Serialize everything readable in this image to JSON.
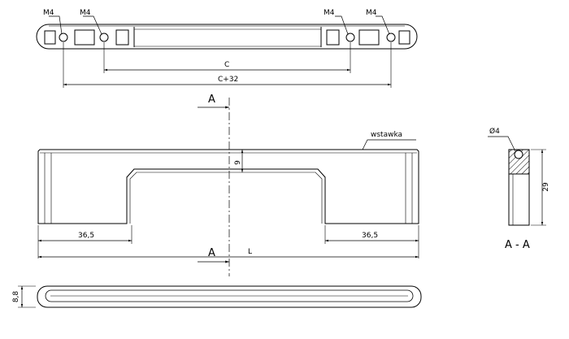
{
  "top_view": {
    "thread_labels": [
      "M4",
      "M4",
      "M4",
      "M4"
    ],
    "dim_inner": "C",
    "dim_outer": "C+32"
  },
  "front_view": {
    "section_letter_top": "A",
    "section_letter_bottom": "A",
    "insert_label": "wstawka",
    "dim_insert_height": "9",
    "dim_left_leg": "36,5",
    "dim_right_leg": "36,5",
    "dim_length": "L"
  },
  "bottom_view": {
    "dim_thickness": "8,8"
  },
  "section_view": {
    "dim_hole": "Ø4",
    "dim_height": "29",
    "caption": "A - A"
  }
}
